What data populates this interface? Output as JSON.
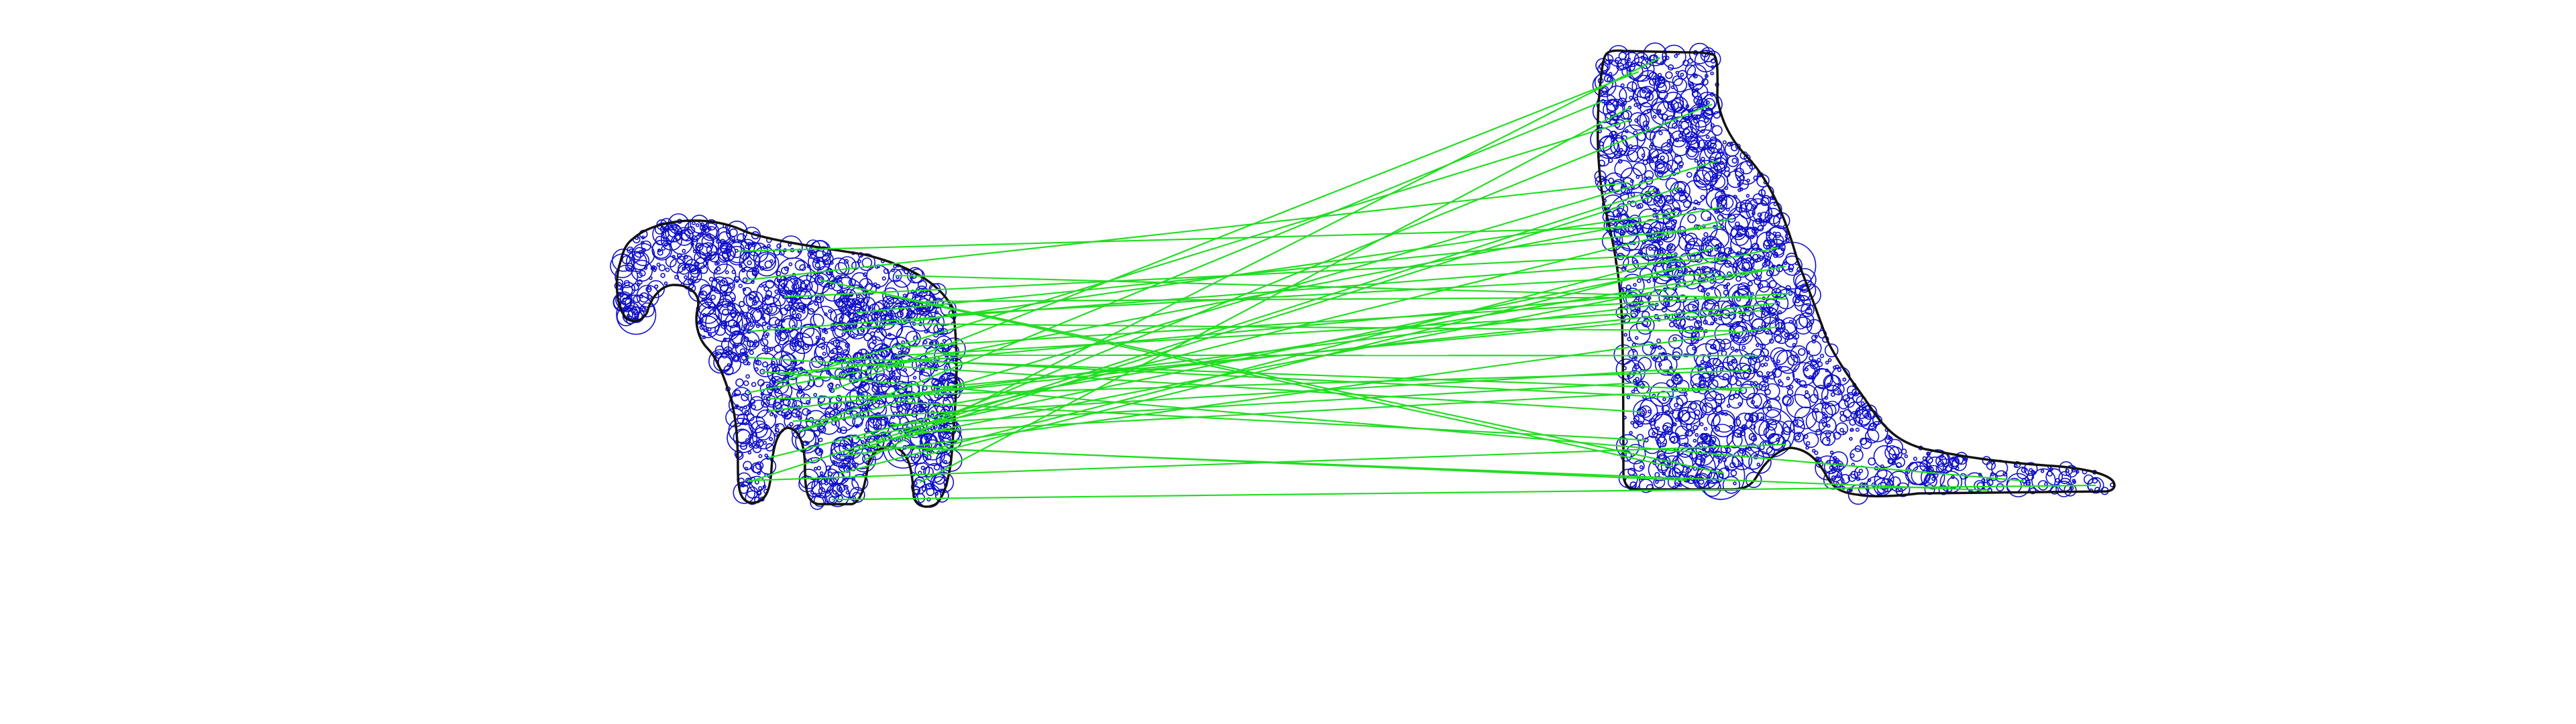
{
  "colors": {
    "background": "#ffffff",
    "outline": "#111111",
    "features": "#1010c8",
    "matches": "#22dd22"
  },
  "figure": {
    "left_shape": "elephant-silhouette",
    "right_shape": "boot-silhouette",
    "marks": [
      "feature-circles",
      "correspondence-lines"
    ]
  }
}
